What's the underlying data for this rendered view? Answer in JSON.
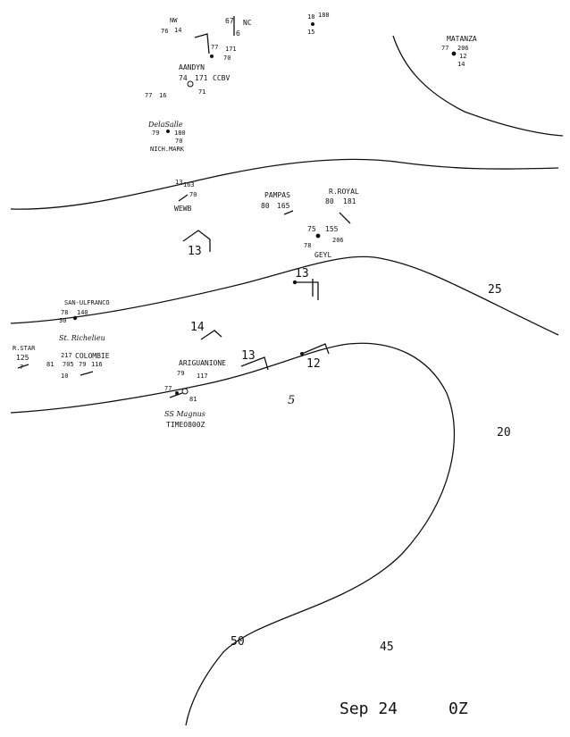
{
  "footer_date": "Sep 24",
  "footer_hour": "0Z",
  "contour_labels": [
    "13",
    "13",
    "14",
    "13",
    "12",
    "5",
    "25",
    "20",
    "50",
    "45"
  ],
  "stations": {
    "nc": {
      "name": "NC",
      "values": [
        "67",
        "6"
      ]
    },
    "top_center": {
      "values": [
        "188",
        "18",
        "15"
      ]
    },
    "nw_cluster": {
      "name": "NW",
      "values": [
        "76",
        "14",
        "77",
        "171",
        "70"
      ]
    },
    "aandyn": {
      "name": "AANDYN",
      "code": "CCBV",
      "values": [
        "74",
        "171",
        "71"
      ]
    },
    "small_left": {
      "values": [
        "77",
        "16"
      ]
    },
    "delasalle": {
      "name": "DelaSalle",
      "values": [
        "79",
        "180",
        "70"
      ],
      "sub": "NICH.MARK"
    },
    "matanza": {
      "name": "MATANZA",
      "values": [
        "77",
        "206",
        "12",
        "14"
      ]
    },
    "wewb": {
      "name": "WEWB",
      "values": [
        "13",
        "163",
        "70"
      ]
    },
    "pampas": {
      "name": "PAMPAS",
      "values": [
        "80",
        "165"
      ]
    },
    "royal": {
      "name": "R.ROYAL",
      "values": [
        "80",
        "181"
      ]
    },
    "geyl": {
      "name": "GEYL",
      "values": [
        "75",
        "155",
        "206",
        "78"
      ]
    },
    "san_ulfranco": {
      "name": "SAN-ULFRANCO",
      "values": [
        "78",
        "140",
        "30"
      ]
    },
    "star": {
      "name": "R.STAR",
      "values": [
        "125",
        "7"
      ]
    },
    "richelieu": {
      "name": "St. Richelieu"
    },
    "colombie": {
      "name": "COLOMBIE",
      "values": [
        "217",
        "81",
        "705",
        "79",
        "116",
        "10"
      ]
    },
    "ariguanione": {
      "name": "ARIGUANIONE",
      "values": [
        "79",
        "117",
        "77",
        "81"
      ]
    },
    "ss_magnus": {
      "name": "SS Magnus",
      "code": "TIMEO800Z"
    }
  },
  "colors": {
    "ink": "#111111",
    "paper": "#ffffff"
  }
}
